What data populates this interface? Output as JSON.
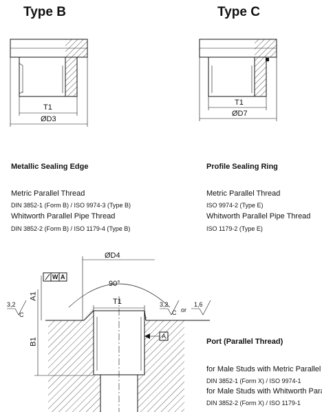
{
  "type_b": {
    "title": "Type B",
    "dim_t1": "T1",
    "dim_d": "ØD3",
    "section_title": "Metallic Sealing Edge",
    "lines": [
      "Metric Parallel Thread",
      "DIN 3852-1 (Form B) / ISO 9974-3 (Type B)",
      "Whitworth Parallel Pipe Thread",
      "DIN 3852-2 (Form B) / ISO 1179-4 (Type B)"
    ]
  },
  "type_c": {
    "title": "Type C",
    "dim_t1": "T1",
    "dim_d": "ØD7",
    "section_title": "Profile Sealing Ring",
    "lines": [
      "Metric Parallel Thread",
      "ISO 9974-2 (Type E)",
      "Whitworth Parallel Pipe Thread",
      "ISO 1179-2 (Type E)"
    ]
  },
  "port": {
    "dim_d4": "ØD4",
    "angle": "90°",
    "dim_t1": "T1",
    "dim_a1": "A1",
    "dim_b1": "B1",
    "tol_w": "W",
    "tol_a": "A",
    "datum_a": "A",
    "rough_left_val": "3,2",
    "rough_left_letter": "C",
    "rough_right_val": "3,2",
    "rough_right_letter": "C",
    "rough_or": "or",
    "rough_alt_val": "1,6",
    "section_title": "Port (Parallel Thread)",
    "lines": [
      "for Male Studs with Metric Parallel Thread",
      "DIN 3852-1 (Form X) / ISO 9974-1",
      "for Male Studs with Whitworth Parallel Pipe Thread",
      "DIN 3852-2 (Form X) / ISO 1179-1"
    ]
  }
}
